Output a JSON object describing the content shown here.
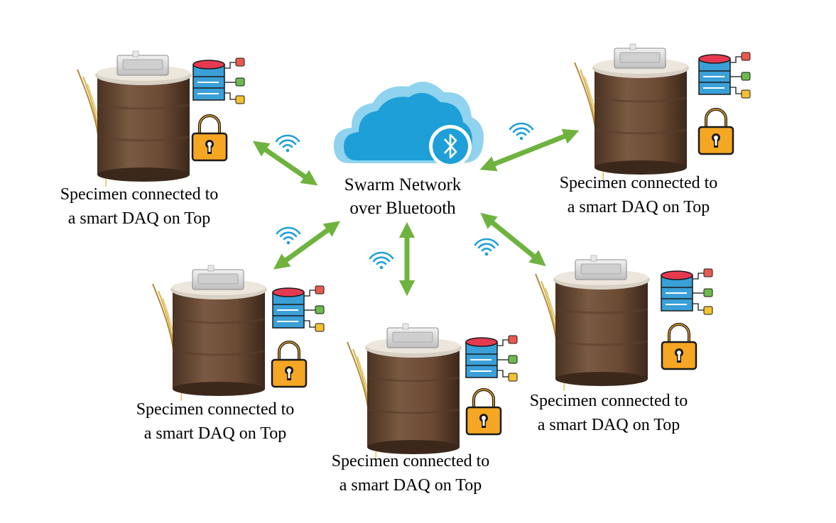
{
  "network": {
    "label_line1": "Swarm Network",
    "label_line2": "over Bluetooth",
    "cloud_icon": "cloud-icon",
    "bluetooth_icon": "bluetooth-icon"
  },
  "nodes": [
    {
      "id": "node-1",
      "label_line1": "Specimen connected to",
      "label_line2": "a smart DAQ on Top"
    },
    {
      "id": "node-2",
      "label_line1": "Specimen connected to",
      "label_line2": "a smart DAQ on Top"
    },
    {
      "id": "node-3",
      "label_line1": "Specimen connected to",
      "label_line2": "a smart DAQ on Top"
    },
    {
      "id": "node-4",
      "label_line1": "Specimen connected to",
      "label_line2": "a smart DAQ on Top"
    },
    {
      "id": "node-5",
      "label_line1": "Specimen connected to",
      "label_line2": "a smart DAQ on Top"
    }
  ],
  "icons": [
    "soil-specimen-icon",
    "database-icon",
    "lock-icon",
    "wifi-icon",
    "double-arrow-icon"
  ],
  "colors": {
    "arrow": "#6fb33f",
    "cloud_dark": "#1e9fd8",
    "cloud_light": "#8fd3ee",
    "wifi": "#1e9fd8",
    "lock_body": "#f5a623",
    "lock_outline": "#1a1a1a",
    "db_top": "#e63950",
    "db_body": "#3aa0d8",
    "soil": "#6b4a33"
  }
}
